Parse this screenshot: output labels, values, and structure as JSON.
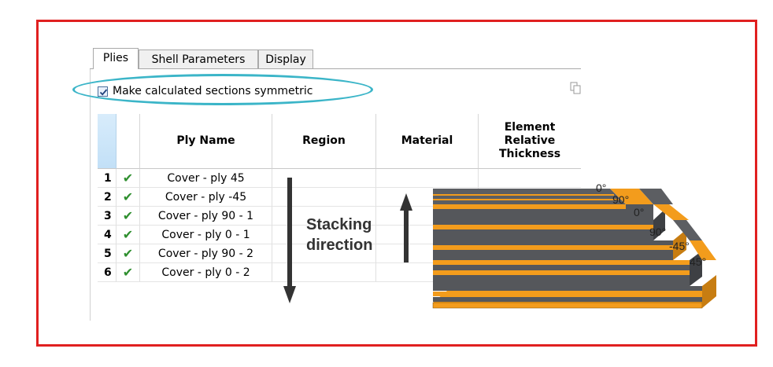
{
  "tabs": [
    {
      "label": "Plies",
      "active": true
    },
    {
      "label": "Shell Parameters",
      "active": false
    },
    {
      "label": "Display",
      "active": false
    }
  ],
  "symmetric_checkbox": {
    "label": "Make calculated sections symmetric",
    "checked": true
  },
  "table": {
    "headers": {
      "ply_name": "Ply Name",
      "region": "Region",
      "material": "Material",
      "thickness_line1": "Element",
      "thickness_line2": "Relative",
      "thickness_line3": "Thickness"
    },
    "rows": [
      {
        "num": "1",
        "name": "Cover - ply 45"
      },
      {
        "num": "2",
        "name": "Cover - ply -45"
      },
      {
        "num": "3",
        "name": "Cover - ply 90 - 1"
      },
      {
        "num": "4",
        "name": "Cover - ply 0 - 1"
      },
      {
        "num": "5",
        "name": "Cover - ply 90 - 2"
      },
      {
        "num": "6",
        "name": "Cover - ply 0 - 2"
      }
    ],
    "check_glyph": "✔"
  },
  "annotation": {
    "stacking_line1": "Stacking",
    "stacking_line2": "direction"
  },
  "laminate_angles": [
    "0°",
    "90°",
    "0°",
    "90°",
    "-45°",
    "45°"
  ],
  "colors": {
    "frame_border": "#e02020",
    "highlight_oval": "#3bb5c8",
    "check": "#2f8f2f",
    "ply_orange": "#f39c1c",
    "ply_grey": "#55575b"
  }
}
